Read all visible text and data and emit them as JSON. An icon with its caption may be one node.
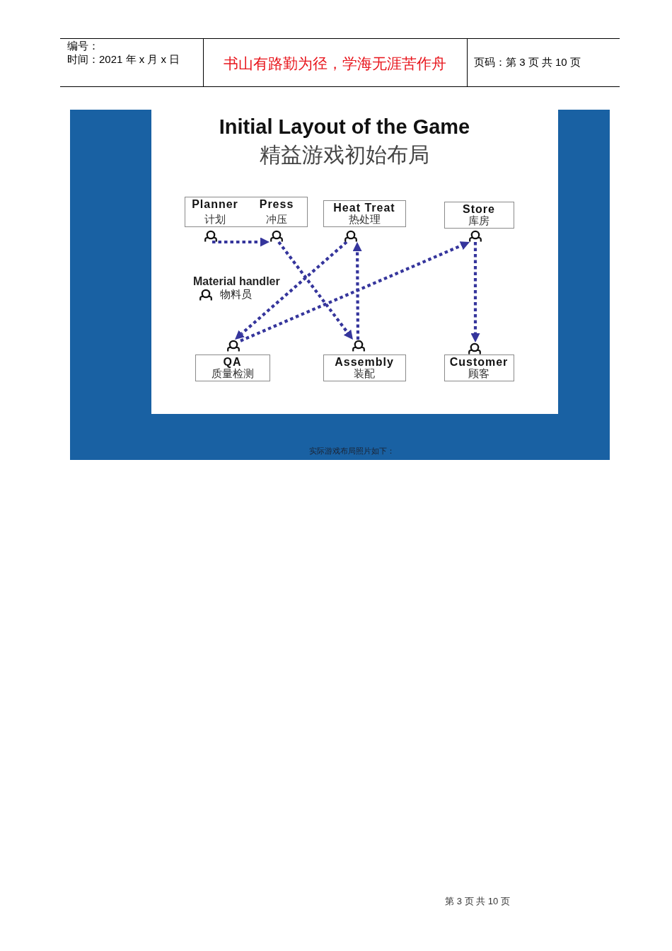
{
  "diagram": {
    "title": "Initial Layout of the Game",
    "nodes": [
      {
        "text": [
          "Planner",
          "计划",
          "Press",
          "冲压"
        ]
      },
      {
        "text": [
          "Heat Treat",
          "热处理"
        ]
      },
      {
        "text": [
          "Store",
          "库房"
        ]
      },
      {
        "text": [],
        "shape": "person"
      },
      {
        "text": [],
        "shape": "person"
      },
      {
        "text": [],
        "shape": "person"
      },
      {
        "text": [],
        "shape": "person"
      },
      {
        "text": [],
        "shape": "person",
        "beside": [
          "Material handler",
          "物料员"
        ]
      },
      {
        "text": [],
        "shape": "person"
      },
      {
        "text": [],
        "shape": "person"
      },
      {
        "text": [],
        "shape": "person"
      },
      {
        "text": [
          "QA",
          "质量检测"
        ]
      },
      {
        "text": [
          "Assembly",
          "装配"
        ]
      },
      {
        "text": [
          "Customer",
          "顾客"
        ]
      }
    ],
    "edges": [
      {
        "from": 3,
        "to": 4,
        "arrow": "to",
        "style": "dashed"
      },
      {
        "from": 4,
        "to": 9,
        "arrow": "to",
        "style": "dashed"
      },
      {
        "from": 9,
        "to": 5,
        "arrow": "to",
        "style": "dashed"
      },
      {
        "from": 5,
        "to": 8,
        "arrow": "to",
        "style": "dashed"
      },
      {
        "from": 8,
        "to": 6,
        "arrow": "to",
        "style": "dashed"
      },
      {
        "from": 6,
        "to": 10,
        "arrow": "to",
        "style": "dashed"
      }
    ],
    "labels": [
      "编号：",
      "时间：2021 年 x 月 x 日",
      "书山有路勤为径，学海无涯苦作舟",
      "页码：第 3 页 共 10 页",
      "精益游戏初始布局",
      "实际游戏布局照片如下：",
      "第 3 页 共 10 页"
    ]
  }
}
